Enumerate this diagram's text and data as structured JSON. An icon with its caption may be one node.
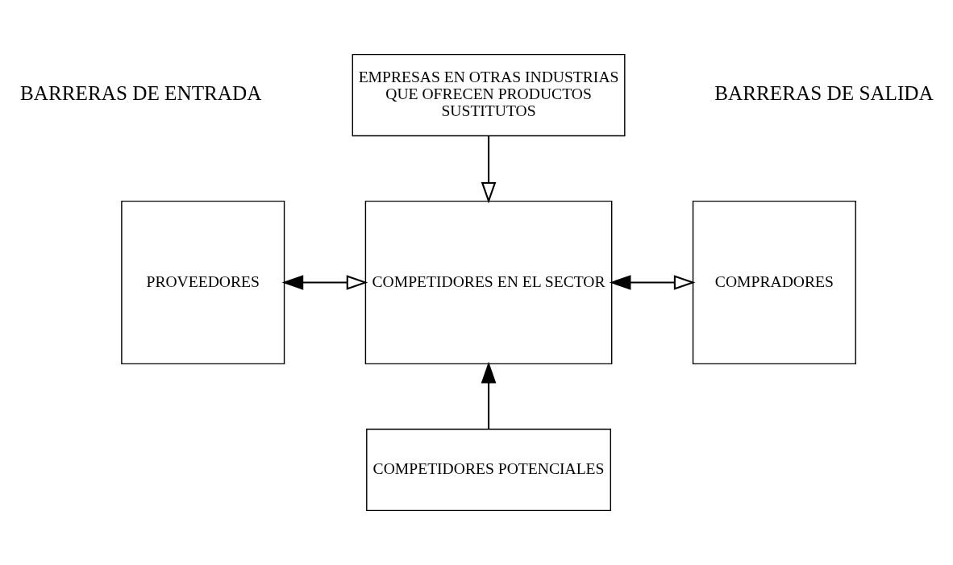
{
  "diagram": {
    "nodes": [
      {
        "text": [
          "EMPRESAS EN OTRAS INDUSTRIAS QUE OFRECEN PRODUCTOS SUSTITUTOS"
        ]
      },
      {
        "text": [
          "PROVEEDORES"
        ]
      },
      {
        "text": [
          "COMPETIDORES EN EL SECTOR"
        ]
      },
      {
        "text": [
          "COMPRADORES"
        ]
      },
      {
        "text": [
          "COMPETIDORES POTENCIALES"
        ]
      }
    ],
    "edges": [
      {
        "from": 0,
        "to": 2,
        "arrow": "to"
      },
      {
        "from": 1,
        "to": 2,
        "arrow": "both"
      },
      {
        "from": 2,
        "to": 3,
        "arrow": "both"
      },
      {
        "from": 4,
        "to": 2,
        "arrow": "to"
      }
    ],
    "labels": [
      "BARRERAS DE ENTRADA",
      "BARRERAS DE SALIDA"
    ]
  }
}
